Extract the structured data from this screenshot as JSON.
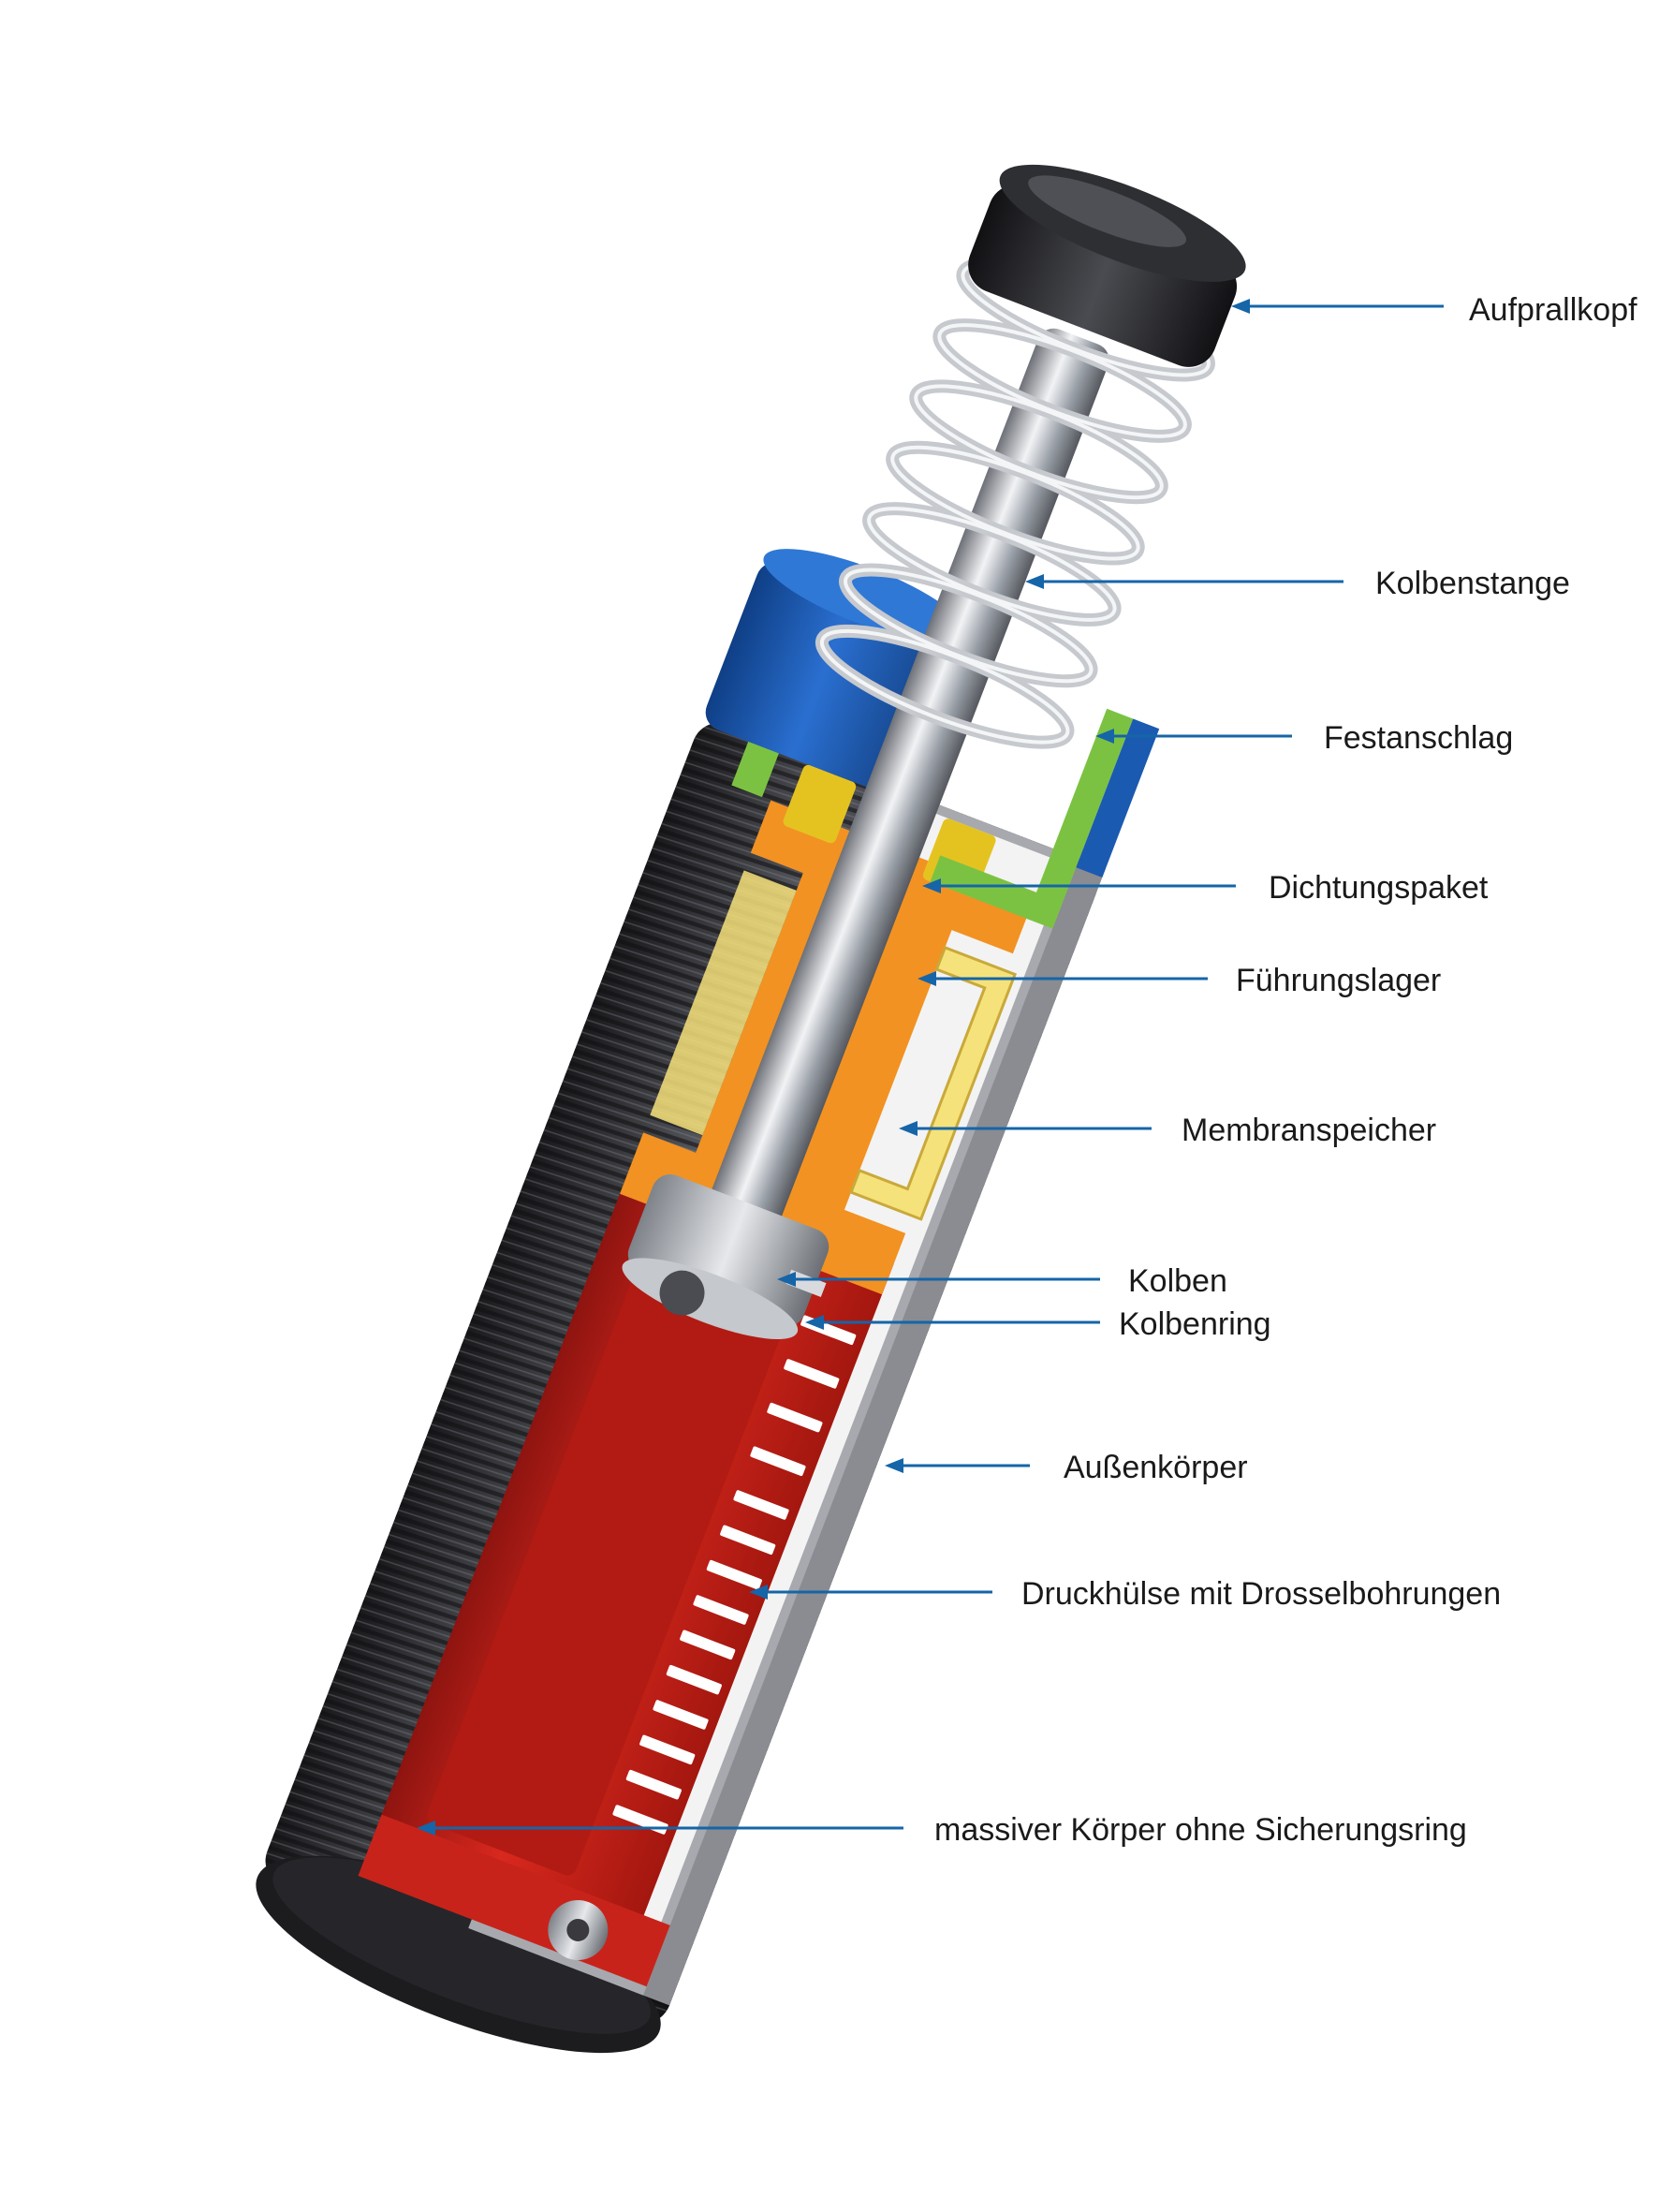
{
  "colors": {
    "arrow": "#1565a8",
    "label": "#1a1a1a",
    "blue_cap": "#1a5ab0",
    "green_stop": "#7cc242",
    "orange_bearing": "#f29222",
    "yellow_membrane": "#f6e27a",
    "red_sleeve": "#d9281e",
    "dark_body": "#2a2a2e",
    "steel": "#b8bcc2"
  },
  "labels": [
    {
      "text": "Aufprallkopf"
    },
    {
      "text": "Kolbenstange"
    },
    {
      "text": "Festanschlag"
    },
    {
      "text": "Dichtungspaket"
    },
    {
      "text": "Führungslager"
    },
    {
      "text": "Membranspeicher"
    },
    {
      "text": "Kolben"
    },
    {
      "text": "Kolbenring"
    },
    {
      "text": "Außenkörper"
    },
    {
      "text": "Druckhülse mit Drosselbohrungen"
    },
    {
      "text": "massiver Körper ohne Sicherungsring"
    }
  ]
}
